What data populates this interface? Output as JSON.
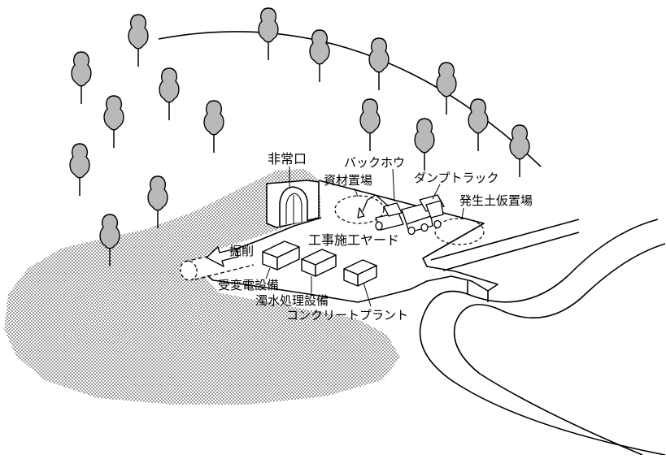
{
  "labels": {
    "emergency_exit": "非常口",
    "material_yard": "資材置場",
    "backhoe": "バックホウ",
    "dump_truck": "ダンプトラック",
    "spoil_yard": "発生土仮置場",
    "construction_yard": "工事施工ヤード",
    "excavation": "掘削",
    "substation": "受変電設備",
    "water_treatment": "濁水処理設備",
    "concrete_plant": "コンクリートプラント"
  },
  "colors": {
    "line": "#000000",
    "tree_fill": "#b9b9b9",
    "stipple": "#4a4a4a",
    "background": "#ffffff"
  }
}
